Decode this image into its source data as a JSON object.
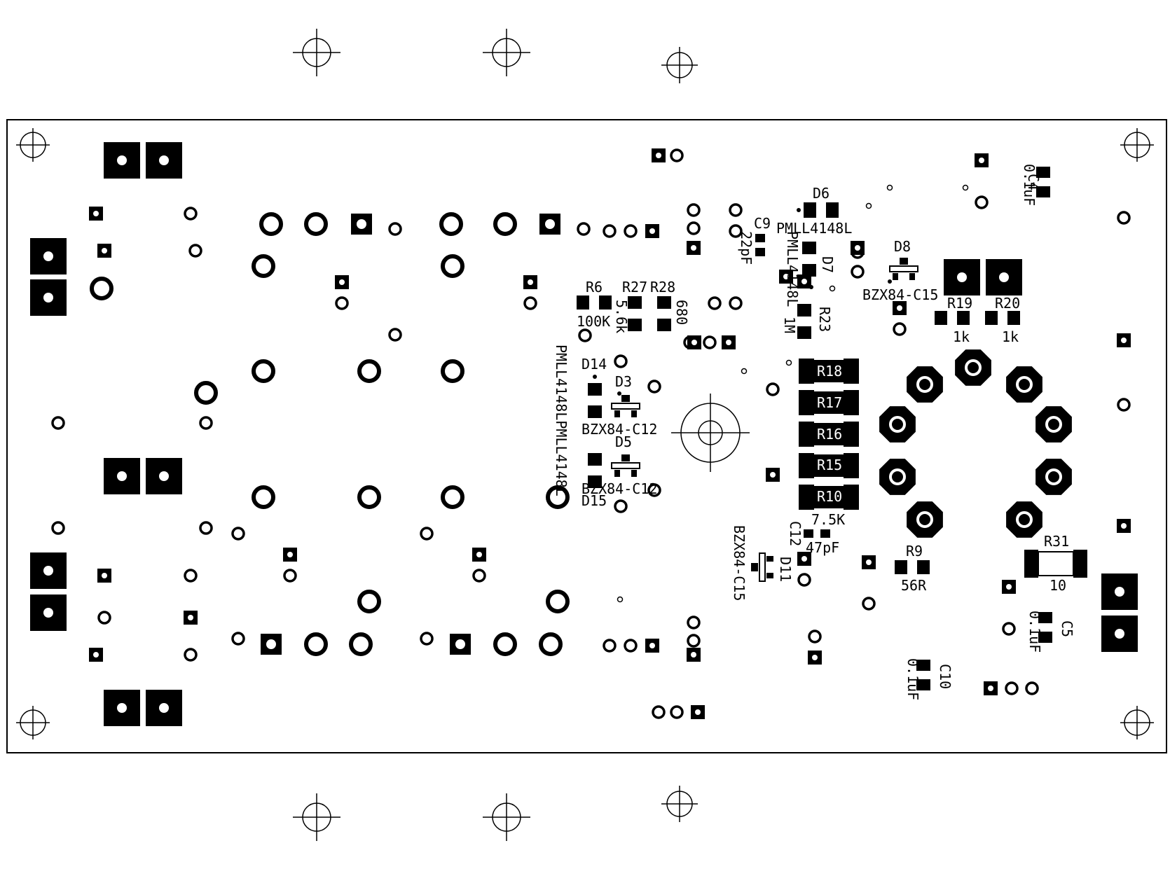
{
  "colors": {
    "ink": "#000000",
    "paper": "#ffffff"
  },
  "labels": {
    "C9": "C9",
    "v22pF": "22pF",
    "D6": "D6",
    "PMLL4148L_a": "PMLL4148L",
    "PMLL4148L_b": "PMLL4148L",
    "D7": "D7",
    "D8": "D8",
    "BZX84C15_a": "BZX84-C15",
    "R6": "R6",
    "R27": "R27",
    "R28": "R28",
    "v100K": "100K",
    "v5_6k": "5.6k",
    "v680": "680",
    "v1M": "1M",
    "R23": "R23",
    "R19": "R19",
    "R20": "R20",
    "v1k_a": "1k",
    "v1k_b": "1k",
    "C4": "C4",
    "v0_1uF_a": "0.1uF",
    "PMLL_vert": "PMLL4148LPMLL4148L",
    "D14": "D14",
    "D3": "D3",
    "BZX84C12_a": "BZX84-C12",
    "D5": "D5",
    "BZX84C12_b": "BZX84-C12",
    "D15": "D15",
    "R18": "R18",
    "R17": "R17",
    "R16": "R16",
    "R15": "R15",
    "R10": "R10",
    "v7_5K": "7.5K",
    "C12": "C12",
    "v47pF": "47pF",
    "BZX84C15_b": "BZX84-C15",
    "D11": "D11",
    "R9": "R9",
    "v56R": "56R",
    "R31": "R31",
    "v10": "10",
    "C5": "C5",
    "v0_1uF_b": "0.1uF",
    "C10": "C10",
    "v0_1uF_c": "0.1uF"
  }
}
